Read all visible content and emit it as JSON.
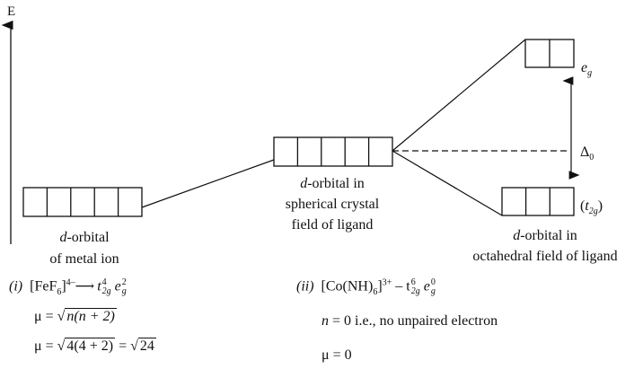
{
  "axis": {
    "label": "E"
  },
  "levels": {
    "metal_ion": {
      "boxes": 5,
      "label_line1_italic": "d",
      "label_line1": "-orbital",
      "label_line2": "of metal ion"
    },
    "spherical": {
      "boxes": 5,
      "label_line1_italic": "d",
      "label_line1": "-orbital in",
      "label_line2": "spherical crystal",
      "label_line3": "field of ligand"
    },
    "eg": {
      "boxes": 2,
      "label": "e",
      "sub": "g"
    },
    "t2g": {
      "boxes": 3,
      "label_open": "(",
      "label": "t",
      "sub": "2g",
      "label_close": ")"
    },
    "octahedral": {
      "label_line1_italic": "d",
      "label_line1": "-orbital in",
      "label_line2": "octahedral field of ligand"
    },
    "splitting": {
      "label": "Δ",
      "sub": "0"
    }
  },
  "examples": {
    "i": {
      "num": "(i)",
      "complex": "[FeF",
      "complex_sub": "6",
      "complex_close": "]",
      "charge": "4–",
      "arrow": "⟶",
      "t": "t",
      "t_sup": "4",
      "t_sub": "2g",
      "e": "e",
      "e_sup": "2",
      "e_sub": "g",
      "formula_lhs": "μ = ",
      "formula_sqrt": "n(n + 2)",
      "calc_lhs": "μ = ",
      "calc_sqrt": "4(4 + 2)",
      "calc_eq": " = ",
      "calc_result": "24"
    },
    "ii": {
      "num": "(ii)",
      "complex": "[Co(NH)",
      "complex_sub": "6",
      "complex_close": "]",
      "charge": "3+",
      "dash": " – ",
      "t": "t",
      "t_sup": "6",
      "t_sub": "2g",
      "e": "e",
      "e_sup": "0",
      "e_sub": "g",
      "n_text": "n",
      "n_rest": " = 0 i.e., no unpaired electron",
      "mu": "μ = 0"
    }
  }
}
